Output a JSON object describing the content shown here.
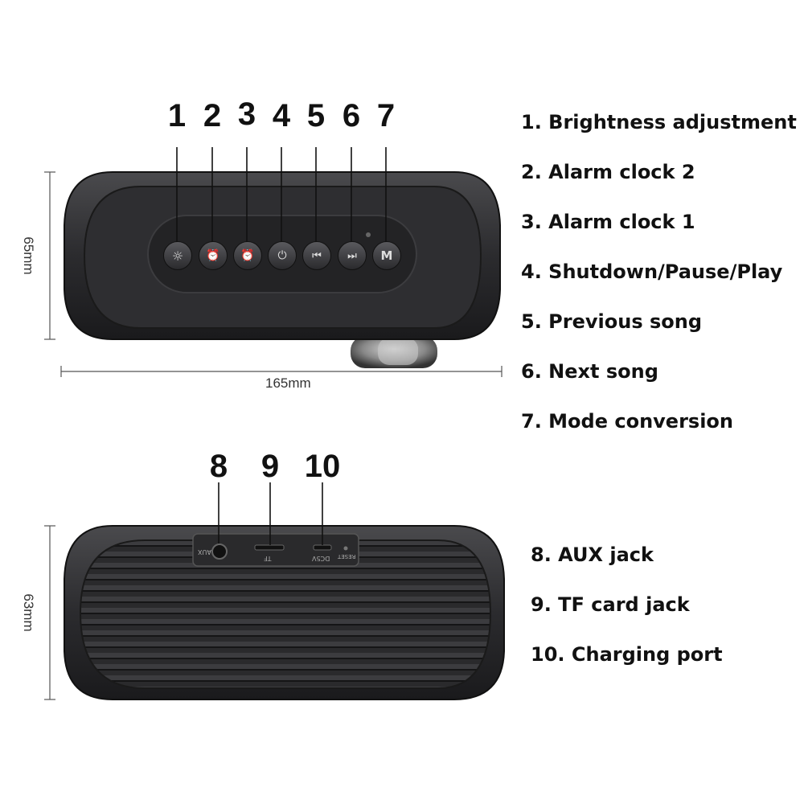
{
  "top_view": {
    "callouts": [
      "1",
      "2",
      "3",
      "4",
      "5",
      "6",
      "7"
    ],
    "width_dim": "165mm",
    "height_dim": "65mm",
    "button_glyphs": [
      "☼",
      "⏰",
      "⏰",
      "⏻",
      "⏮",
      "⏭",
      "M"
    ]
  },
  "bottom_view": {
    "callouts": [
      "8",
      "9",
      "10"
    ],
    "height_dim": "63mm",
    "port_labels": {
      "aux": "AUX",
      "tf": "TF",
      "dc": "DC5V",
      "reset": "RESET"
    }
  },
  "legend_top": [
    "1. Brightness adjustment",
    "2. Alarm clock 2",
    "3. Alarm clock 1",
    "4. Shutdown/Pause/Play",
    "5. Previous song",
    "6. Next song",
    "7. Mode conversion"
  ],
  "legend_bottom": [
    "8. AUX jack",
    "9. TF card jack",
    "10. Charging port"
  ],
  "colors": {
    "body": "#2a2a2c",
    "panel": "#1c1c1e",
    "button": "#3a3a3c",
    "line": "#222222"
  }
}
